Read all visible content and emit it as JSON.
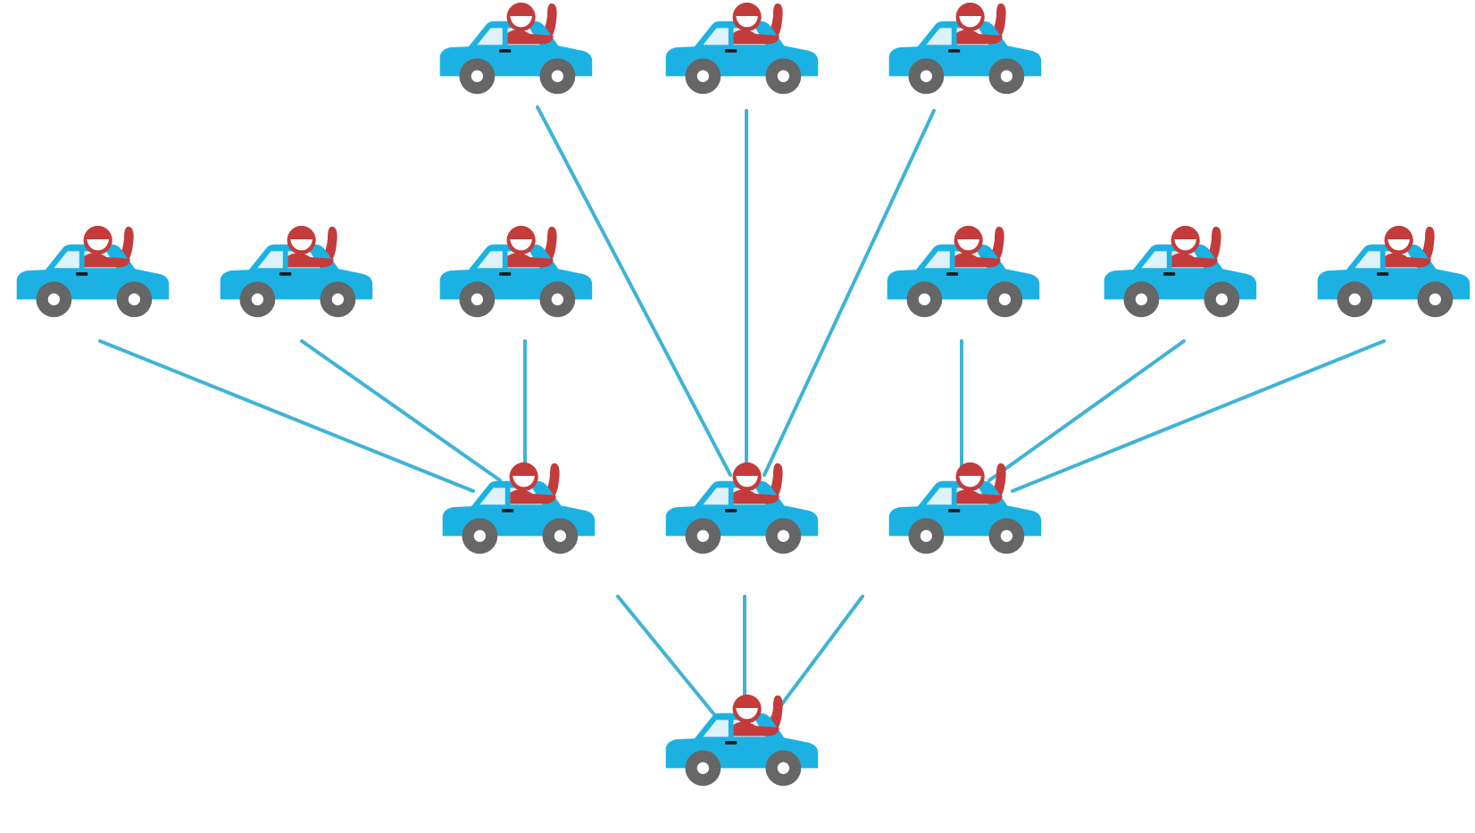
{
  "colors": {
    "car_body": "#1BB2E3",
    "car_window": "#DDF2FA",
    "wheel_tire": "#666666",
    "wheel_hub": "#FFFFFF",
    "driver": "#C43B3B",
    "driver_smile": "#FFFFFF",
    "door_handle": "#1A1A1A",
    "connector_line": "#3FB3D6",
    "background": "#FFFFFF"
  },
  "icon": "car-with-waving-driver-icon",
  "tree": {
    "root": "car-root",
    "levels": [
      [
        "car-root"
      ],
      [
        "car-l1-left",
        "car-l1-center",
        "car-l1-right"
      ],
      [
        "car-l2-a",
        "car-l2-b",
        "car-l2-c",
        "car-l2-d",
        "car-l2-e",
        "car-l2-f",
        "car-l2-g",
        "car-l2-h",
        "car-l2-i"
      ]
    ],
    "edges": [
      [
        "car-root",
        "car-l1-left"
      ],
      [
        "car-root",
        "car-l1-center"
      ],
      [
        "car-root",
        "car-l1-right"
      ],
      [
        "car-l1-left",
        "car-l2-a"
      ],
      [
        "car-l1-left",
        "car-l2-b"
      ],
      [
        "car-l1-left",
        "car-l2-c"
      ],
      [
        "car-l1-center",
        "car-l2-d"
      ],
      [
        "car-l1-center",
        "car-l2-e"
      ],
      [
        "car-l1-center",
        "car-l2-f"
      ],
      [
        "car-l1-right",
        "car-l2-g"
      ],
      [
        "car-l1-right",
        "car-l2-h"
      ],
      [
        "car-l1-right",
        "car-l2-i"
      ]
    ]
  }
}
